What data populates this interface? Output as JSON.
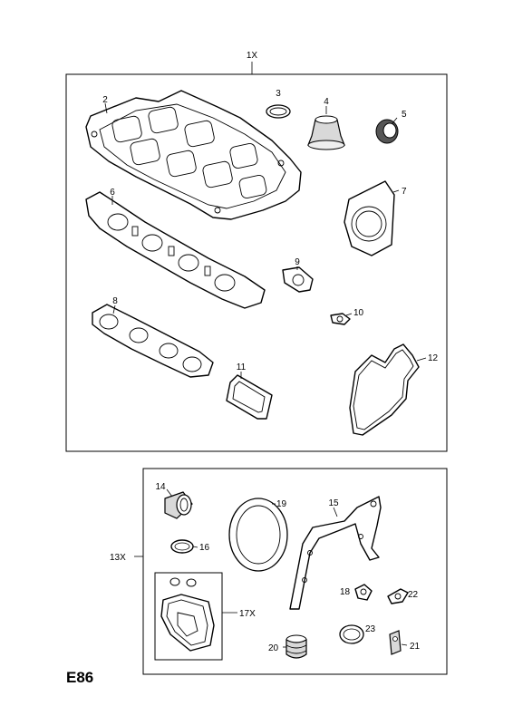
{
  "page_code": "E86",
  "kits": [
    {
      "label": "1X"
    },
    {
      "label": "13X"
    },
    {
      "label": "17X"
    }
  ],
  "parts": [
    {
      "label": "2"
    },
    {
      "label": "3"
    },
    {
      "label": "4"
    },
    {
      "label": "5"
    },
    {
      "label": "6"
    },
    {
      "label": "7"
    },
    {
      "label": "8"
    },
    {
      "label": "9"
    },
    {
      "label": "10"
    },
    {
      "label": "11"
    },
    {
      "label": "12"
    },
    {
      "label": "14"
    },
    {
      "label": "15"
    },
    {
      "label": "16"
    },
    {
      "label": "18"
    },
    {
      "label": "19"
    },
    {
      "label": "20"
    },
    {
      "label": "21"
    },
    {
      "label": "22"
    },
    {
      "label": "23"
    }
  ]
}
